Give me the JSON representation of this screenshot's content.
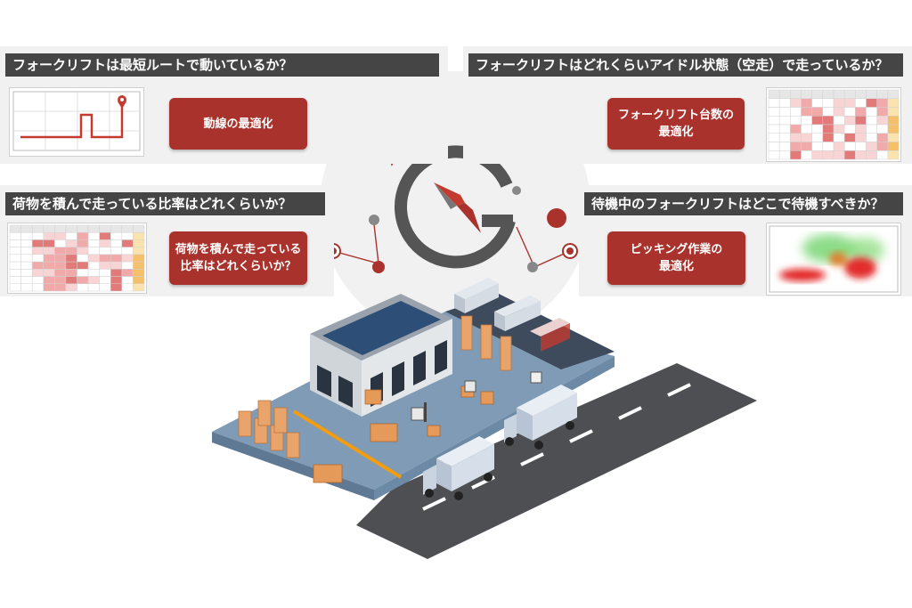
{
  "panels": {
    "top_left": {
      "heading": "フォークリフトは最短ルートで動いているか？",
      "button_lines": [
        "動線の最適化"
      ]
    },
    "top_right": {
      "heading": "フォークリフトはどれくらいアイドル状態（空走）で走っているか？",
      "button_lines": [
        "フォークリフト台数の",
        "最適化"
      ]
    },
    "middle_left": {
      "heading": "荷物を積んで走っている比率はどれくらいか？",
      "button_lines": [
        "荷物を積んで走っている",
        "比率はどれくらいか？"
      ]
    },
    "middle_right": {
      "heading": "待機中のフォークリフトはどこで待機すべきか？",
      "button_lines": [
        "ピッキング作業の",
        "最適化"
      ]
    }
  },
  "colors": {
    "accent_red": "#a9322c",
    "heading_bg": "#454545",
    "panel_bg": "#f1f1f1",
    "logo_gray": "#555555",
    "road": "#4d4f53",
    "yard": "#7f9bb5",
    "lane_orange": "#f39c12"
  },
  "icons": {
    "logo": "compass-g-logo",
    "route_map": "floor-plan-route-thumbnail",
    "heatmap_table": "heatmap-table-thumbnail",
    "heat_floor": "floor-heatmap-thumbnail",
    "warehouse": "isometric-warehouse-illustration"
  }
}
